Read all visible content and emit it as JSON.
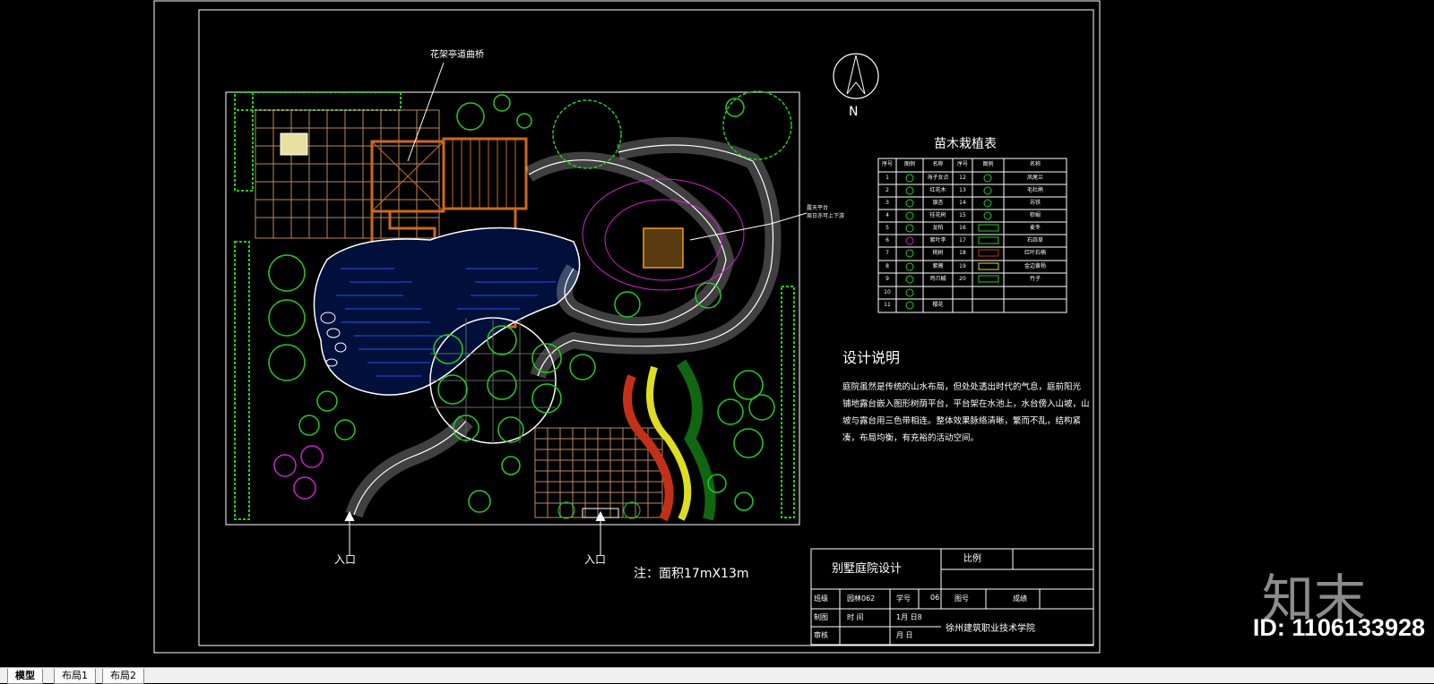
{
  "drawing": {
    "bridge_label": "花架亭道曲桥",
    "north": "N",
    "annot_lines": [
      "露天平台",
      "周日亦可上下游"
    ],
    "entrance1": "入口",
    "entrance2": "入口",
    "area_note": "注：面积17mX13m"
  },
  "plant_table": {
    "title": "苗木栽植表",
    "headers": [
      "序号",
      "图例",
      "名称",
      "序号",
      "图例",
      "名称"
    ],
    "rows": [
      [
        "1",
        "",
        "海子女贞",
        "12",
        "",
        "凤尾兰"
      ],
      [
        "2",
        "",
        "红花木",
        "13",
        "",
        "毛杜鹃"
      ],
      [
        "3",
        "",
        "银杏",
        "14",
        "",
        "苏铁"
      ],
      [
        "4",
        "",
        "桂花树",
        "15",
        "",
        "棕榈"
      ],
      [
        "5",
        "",
        "龙柏",
        "16",
        "",
        "麦冬"
      ],
      [
        "6",
        "",
        "紫叶李",
        "17",
        "",
        "石蒜草"
      ],
      [
        "7",
        "",
        "桃树",
        "18",
        "",
        "红叶石楠"
      ],
      [
        "8",
        "",
        "紫薇",
        "19",
        "",
        "金边黄杨"
      ],
      [
        "9",
        "",
        "鸡爪槭",
        "20",
        "",
        "竹子"
      ],
      [
        "10",
        "",
        "",
        "",
        "",
        ""
      ],
      [
        "11",
        "",
        "樱花",
        "",
        "",
        ""
      ]
    ]
  },
  "design_notes": {
    "heading": "设计说明",
    "lines": [
      "庭院虽然是传统的山水布局，但处处透出时代的气息，庭前阳光",
      "铺地露台嵌入图形树荫平台，平台架在水池上，水台傍入山坡，山",
      "坡与露台用三色带相连。整体效果脉络清晰，繁而不乱，结构紧",
      "凑，布局均衡，有充裕的活动空间。"
    ]
  },
  "title_block": {
    "project": "别墅庭院设计",
    "scale_label": "比例",
    "class_label": "班级",
    "class_value": "园林062",
    "id_label": "学号",
    "id_value": "06",
    "drawing_no_label": "图号",
    "grade_label": "成绩",
    "drawn_label": "制图",
    "drawn_value": "时  间",
    "date_value": "1月  日8",
    "review_label": "审核",
    "review_date": "月  日",
    "school": "徐州建筑职业技术学院"
  },
  "tabs": [
    "模型",
    "布局1",
    "布局2"
  ],
  "watermark": {
    "logo_text": "知末",
    "id_text": "ID: 1106133928"
  },
  "colors": {
    "background": "#000000",
    "plant_green": "#22cc22",
    "water_blue": "#2255ee",
    "wood_orange": "#cc6a1a",
    "paving_tan": "#b98a5a",
    "line_white": "#ffffff",
    "magenta": "#cc22cc"
  }
}
